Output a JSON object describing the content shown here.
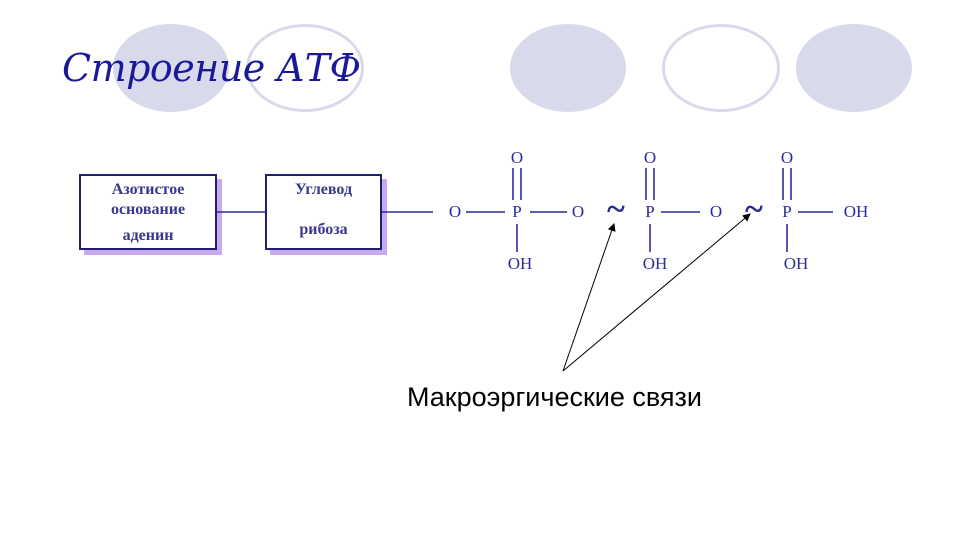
{
  "slide": {
    "title": "Строение АТФ",
    "colors": {
      "title": "#1a1a99",
      "decor_circle": "#d9d9ec",
      "formula": "#2b2b9a",
      "box_border": "#1f1f6e",
      "box_shadow": "#c8a8ee",
      "caption": "#000000"
    }
  },
  "boxes": [
    {
      "lines": [
        "Азотистое",
        "основание",
        "аденин"
      ]
    },
    {
      "lines": [
        "Углевод",
        "рибоза"
      ]
    }
  ],
  "formula": {
    "bridge_o": "O",
    "phosphates": [
      {
        "p": "P",
        "top": "O",
        "bottom": "OH"
      },
      {
        "p": "P",
        "top": "O",
        "bottom": "OH"
      },
      {
        "p": "P",
        "top": "O",
        "bottom": "OH"
      }
    ],
    "links": [
      "O",
      "O"
    ],
    "terminal": "OH",
    "macroergic_symbol": "~"
  },
  "caption": "Макроэргические связи"
}
